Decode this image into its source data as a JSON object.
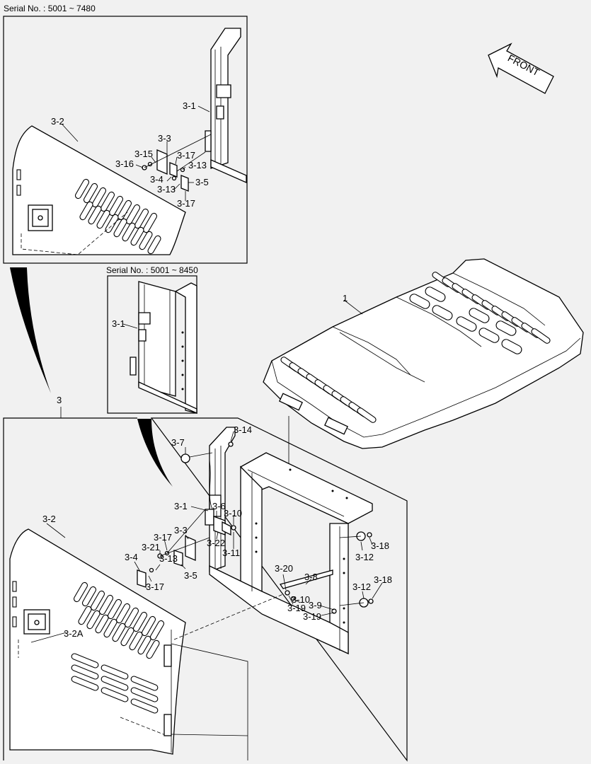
{
  "titles": {
    "serial_top": "Serial No. : 5001 ~ 7480",
    "serial_mid": "Serial No. : 5001 ~ 8450",
    "front_arrow": "FRONT"
  },
  "labels": {
    "main_1": "1",
    "group_3": "3",
    "inset_top": {
      "l_3_1": "3-1",
      "l_3_2": "3-2",
      "l_3_3": "3-3",
      "l_3_15": "3-15",
      "l_3_16": "3-16",
      "l_3_17a": "3-17",
      "l_3_13a": "3-13",
      "l_3_4": "3-4",
      "l_3_13b": "3-13",
      "l_3_5": "3-5",
      "l_3_17b": "3-17"
    },
    "inset_mid": {
      "l_3_1": "3-1"
    },
    "main": {
      "l_3_14": "3-14",
      "l_3_7": "3-7",
      "l_3_1": "3-1",
      "l_3_6": "3-6",
      "l_3_10a": "3-10",
      "l_3_22": "3-22",
      "l_3_11": "3-11",
      "l_3_2": "3-2",
      "l_3_17a": "3-17",
      "l_3_3": "3-3",
      "l_3_21": "3-21",
      "l_3_4": "3-4",
      "l_3_13": "3-13",
      "l_3_5": "3-5",
      "l_3_17b": "3-17",
      "l_3_18a": "3-18",
      "l_3_12a": "3-12",
      "l_3_20": "3-20",
      "l_3_8": "3-8",
      "l_3_10b": "3-10",
      "l_3_9": "3-9",
      "l_3_19a": "3-19",
      "l_3_19b": "3-19",
      "l_3_12b": "3-12",
      "l_3_18b": "3-18",
      "l_3_2a": "3-2A"
    }
  }
}
